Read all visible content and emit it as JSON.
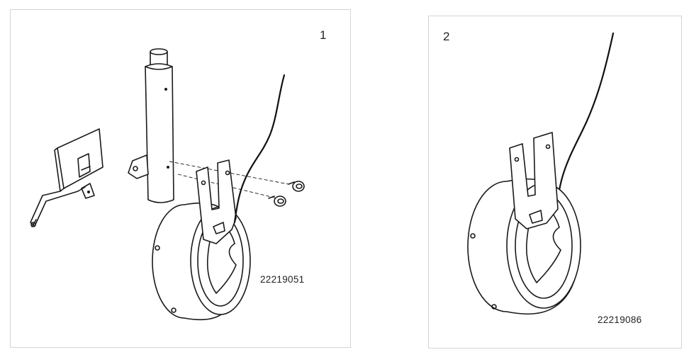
{
  "panels": [
    {
      "number": "1",
      "part_code": "22219051"
    },
    {
      "number": "2",
      "part_code": "22219086"
    }
  ]
}
